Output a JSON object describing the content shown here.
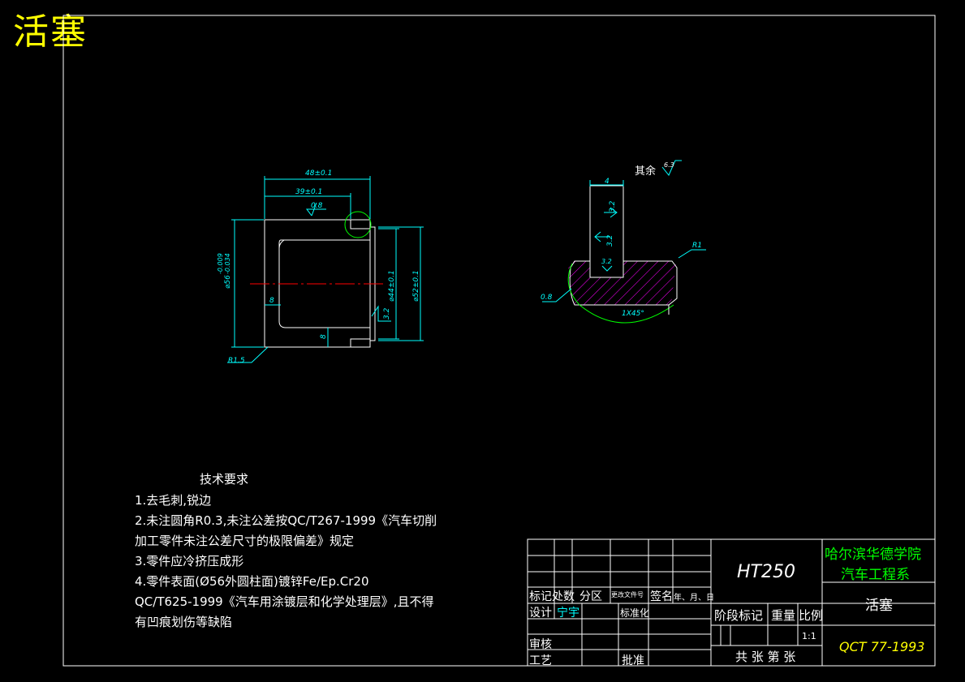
{
  "title": "活塞",
  "drawing": {
    "dim_48": "48±0.1",
    "dim_39": "39±0.1",
    "dim_56_main": "⌀56",
    "dim_56_tol_upper": "-0.009",
    "dim_56_tol_lower": "-0.034",
    "dim_44": "⌀44±0.1",
    "dim_52": "⌀52±0.1",
    "dim_8_a": "8",
    "dim_8_b": "8",
    "r15": "R1.5",
    "rough_08": "0.8",
    "rough_32": "3.2",
    "section_rest": "其余",
    "section_rest_rough": "6.3",
    "section_dim_4": "4",
    "section_rough_32a": "3.2",
    "section_rough_32b": "3.2",
    "section_rough_32c": "3.2",
    "section_r1": "R1",
    "section_08": "0.8",
    "section_chamfer": "1X45°"
  },
  "requirements": {
    "heading": "技术要求",
    "lines": [
      "1.去毛刺,锐边",
      "2.未注圆角R0.3,未注公差按QC/T267-1999《汽车切削",
      "加工零件未注公差尺寸的极限偏差》规定",
      "3.零件应冷挤压成形",
      "4.零件表面(Ø56外圆柱面)镀锌Fe/Ep.Cr20",
      "QC/T625-1999《汽车用涂镀层和化学处理层》,且不得",
      "有凹痕划伤等缺陷"
    ]
  },
  "title_block": {
    "material": "HT250",
    "school": "哈尔滨华德学院",
    "department": "汽车工程系",
    "part_name": "活塞",
    "standard": "QCT 77-1993",
    "mark": "标记",
    "count": "处数",
    "zone": "分区",
    "change_doc": "更改文件号",
    "sign": "签名",
    "date": "年、月、日",
    "design": "设计",
    "designer": "宁宇",
    "standardize": "标准化",
    "review": "审核",
    "process": "工艺",
    "approve": "批准",
    "stage_mark": "阶段标记",
    "weight": "重量",
    "scale": "比例",
    "scale_value": "1:1",
    "sheets": "共 张  第 张"
  }
}
